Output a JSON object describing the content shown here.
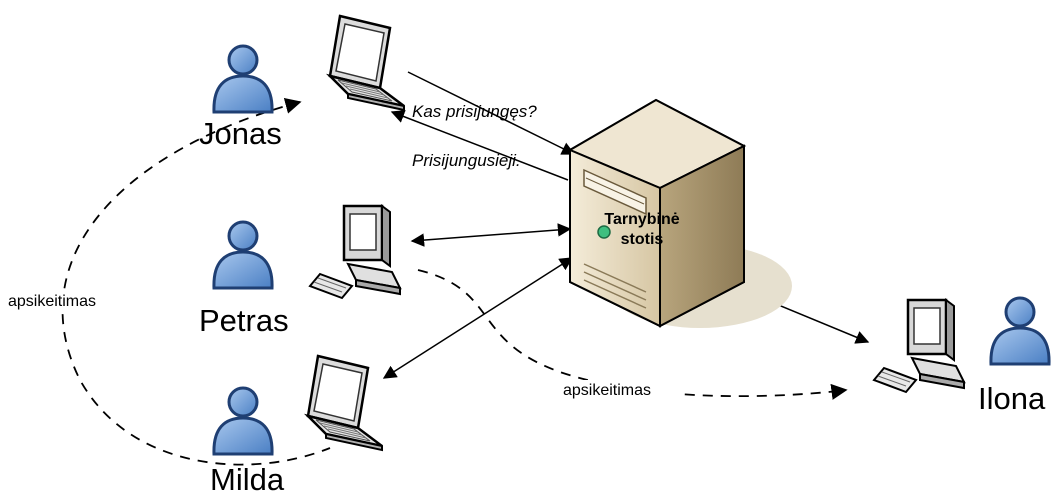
{
  "server": {
    "label_line1": "Tarnybinė",
    "label_line2": "stotis"
  },
  "nodes": {
    "jonas": {
      "name": "Jonas",
      "device": "laptop"
    },
    "petras": {
      "name": "Petras",
      "device": "desktop"
    },
    "milda": {
      "name": "Milda",
      "device": "laptop"
    },
    "ilona": {
      "name": "Ilona",
      "device": "desktop"
    }
  },
  "messages": {
    "query": "Kas prisijungęs?",
    "reply": "Prisijungusieji."
  },
  "links": {
    "exchange_left": "apsikeitimas",
    "exchange_bottom": "apsikeitimas"
  },
  "colors": {
    "person_fill": "#6f9fd8",
    "person_stroke": "#1f3f73",
    "server_body": "#e9dcc0",
    "server_shadow": "#e6e0cf",
    "line": "#000000"
  },
  "icons": [
    "user-icon",
    "laptop-icon",
    "desktop-computer-icon",
    "server-tower-icon"
  ]
}
